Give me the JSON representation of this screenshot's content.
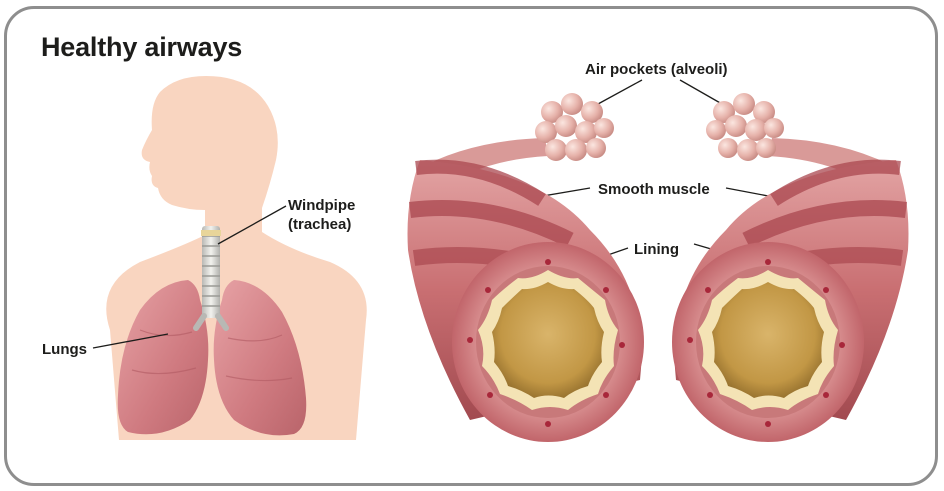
{
  "title": "Healthy airways",
  "labels": {
    "windpipe_line1": "Windpipe",
    "windpipe_line2": "(trachea)",
    "lungs": "Lungs",
    "alveoli": "Air pockets (alveoli)",
    "smooth_muscle": "Smooth muscle",
    "lining": "Lining"
  },
  "colors": {
    "frame": "#8e8e8e",
    "body_silhouette": "#f9d5c0",
    "lung": "#d98a8f",
    "muscle": "#c9686c",
    "lumen": "#c9a255",
    "lining": "#f4e3b5"
  }
}
